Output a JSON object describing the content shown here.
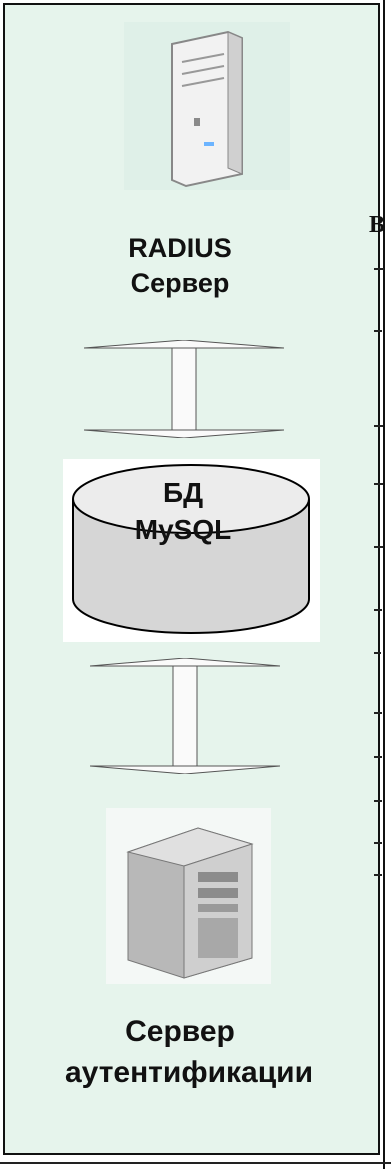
{
  "radius": {
    "line1": "RADIUS",
    "line2": "Сервер"
  },
  "database": {
    "line1": "БД",
    "line2": "MySQL"
  },
  "auth": {
    "line1": "Сервер",
    "line2": "аутентификации"
  },
  "cutoff": {
    "char": "В"
  },
  "colors": {
    "panel_bg": "#e6f4ec",
    "border": "#111111",
    "cylinder": "#cfcfcf"
  }
}
